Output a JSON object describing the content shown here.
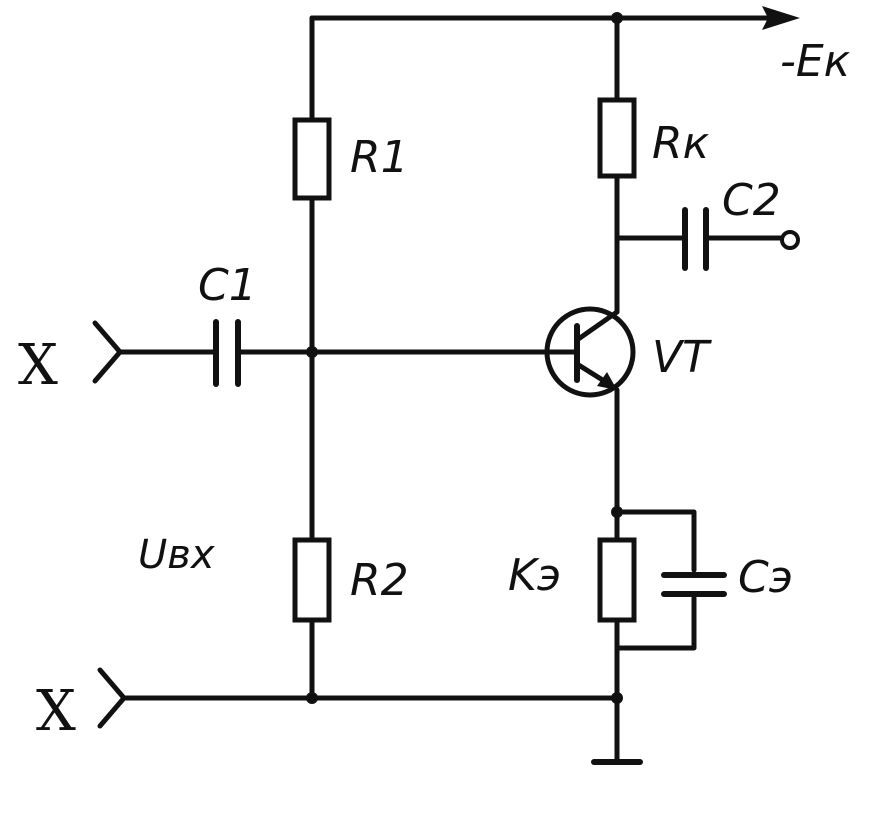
{
  "labels": {
    "supply": "-Eк",
    "r1": "R1",
    "rk": "Rк",
    "c1": "C1",
    "c2": "C2",
    "vt": "VT",
    "uin": "Uвх",
    "r2": "R2",
    "re": "Kэ",
    "ce": "Cэ",
    "in_top": "X",
    "in_bottom": "X"
  }
}
